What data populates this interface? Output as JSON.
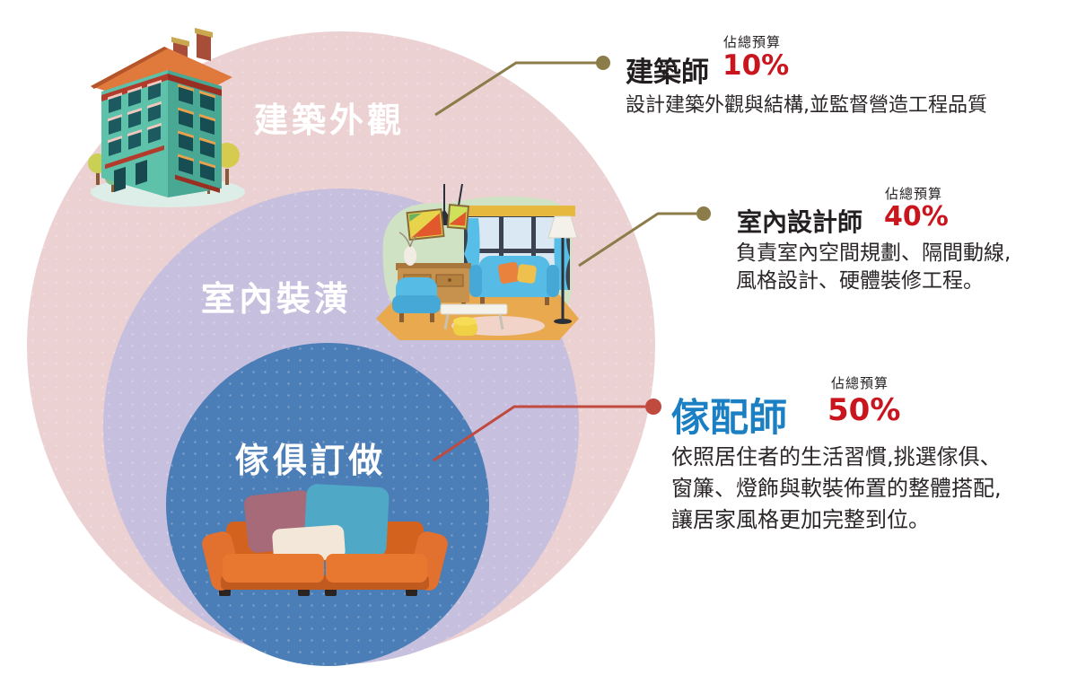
{
  "diagram": {
    "title_hint": "home-design professions concentric diagram",
    "circles": [
      {
        "label": "建築外觀",
        "color": "#ecd1d3"
      },
      {
        "label": "室內裝潢",
        "color": "#c6bfdd"
      },
      {
        "label": "傢俱訂做",
        "color": "#4b7db6"
      }
    ],
    "illustrations": [
      {
        "icon": "apartment-building-illustration"
      },
      {
        "icon": "living-room-illustration"
      },
      {
        "icon": "orange-sofa-illustration"
      }
    ],
    "connector_colors": {
      "olive": "#8b7c49",
      "red": "#c14a3e"
    }
  },
  "annotations": [
    {
      "title": "建築師",
      "title_color": "#231f20",
      "caption": "佔總預算",
      "percent": "10%",
      "percent_color": "#c9151e",
      "lines": [
        "設計建築外觀與結構,並監督營造工程品質"
      ]
    },
    {
      "title": "室內設計師",
      "title_color": "#231f20",
      "caption": "佔總預算",
      "percent": "40%",
      "percent_color": "#c9151e",
      "lines": [
        "負責室內空間規劃、隔間動線,",
        "風格設計、硬體裝修工程。"
      ]
    },
    {
      "title": "傢配師",
      "title_color": "#1b7fc4",
      "caption": "佔總預算",
      "percent": "50%",
      "percent_color": "#c9151e",
      "lines": [
        "依照居住者的生活習慣,挑選傢俱、",
        "窗簾、燈飾與軟裝佈置的整體搭配,",
        "讓居家風格更加完整到位。"
      ]
    }
  ]
}
